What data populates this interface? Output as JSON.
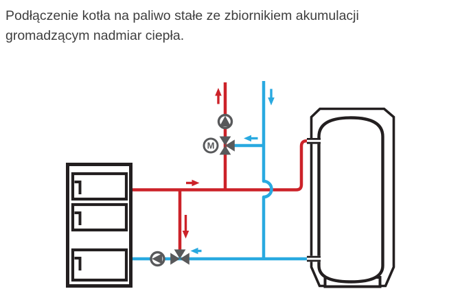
{
  "title": {
    "line1": "Podłączenie kotła na paliwo stałe ze zbiornikiem akumulacji",
    "line2": "gromadzącym nadmiar ciepła."
  },
  "diagram": {
    "motor_label": "M",
    "colors": {
      "hot": "#cc2229",
      "cold": "#29a9e0",
      "component": "#58595b",
      "outline": "#231f20"
    },
    "components": {
      "left_unit": "solid-fuel-boiler-icon",
      "right_unit": "insulated-accumulation-tank-icon",
      "upper_circle": "circulation-pump-icon",
      "upper_valve": "motorized-three-way-mixing-valve-icon",
      "motor": "valve-motor-icon",
      "lower_circle": "circulation-pump-icon",
      "lower_valve": "three-way-valve-icon",
      "red_lines": "hot-supply-pipe",
      "blue_lines": "cold-return-pipe"
    }
  }
}
